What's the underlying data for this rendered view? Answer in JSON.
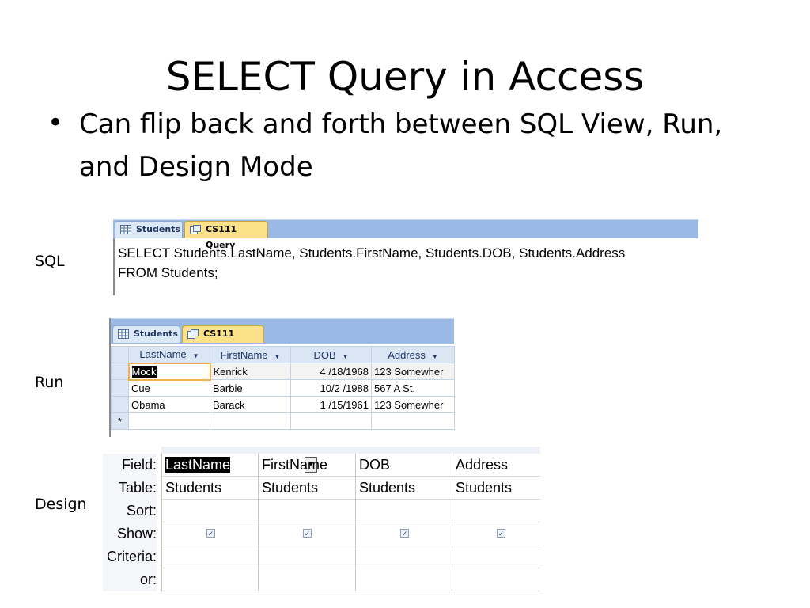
{
  "slide": {
    "title": "SELECT Query in Access",
    "bullet": "Can flip back and forth between SQL View, Run, and Design Mode"
  },
  "labels": {
    "sql": "SQL",
    "run": "Run",
    "design": "Design"
  },
  "tabs": {
    "students": "Students",
    "query": "CS111 Query"
  },
  "sql_view": {
    "line1": "SELECT Students.LastName, Students.FirstName, Students.DOB, Students.Address",
    "line2": "FROM Students;"
  },
  "run_view": {
    "headers": [
      "LastName",
      "FirstName",
      "DOB",
      "Address"
    ],
    "rows": [
      [
        "Mock",
        "Kenrick",
        "4 /18/1968",
        "123 Somewher"
      ],
      [
        "Cue",
        "Barbie",
        "10/2 /1988",
        "567 A St."
      ],
      [
        "Obama",
        "Barack",
        "1 /15/1961",
        "123 Somewher"
      ]
    ],
    "new_row_marker": "*"
  },
  "design_view": {
    "row_labels": [
      "Field:",
      "Table:",
      "Sort:",
      "Show:",
      "Criteria:",
      "or:"
    ],
    "fields": [
      "LastName",
      "FirstName",
      "DOB",
      "Address"
    ],
    "tables": [
      "Students",
      "Students",
      "Students",
      "Students"
    ],
    "show": [
      true,
      true,
      true,
      true
    ]
  },
  "colors": {
    "tabstrip": "#9ab9e4",
    "active_tab": "#fbe28a",
    "grid_header": "#dbe6f5"
  }
}
